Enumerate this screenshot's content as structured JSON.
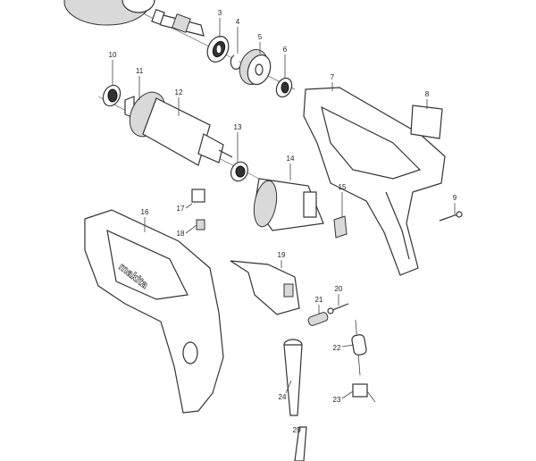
{
  "diagram": {
    "type": "exploded-parts-diagram",
    "line_color": "#333333",
    "background": "#ffffff",
    "logo_text": "makita",
    "labels": [
      "3",
      "4",
      "5",
      "6",
      "7",
      "8",
      "9",
      "10",
      "11",
      "12",
      "13",
      "14",
      "15",
      "16",
      "17",
      "18",
      "19",
      "20",
      "21",
      "22",
      "23",
      "24",
      "25"
    ]
  }
}
